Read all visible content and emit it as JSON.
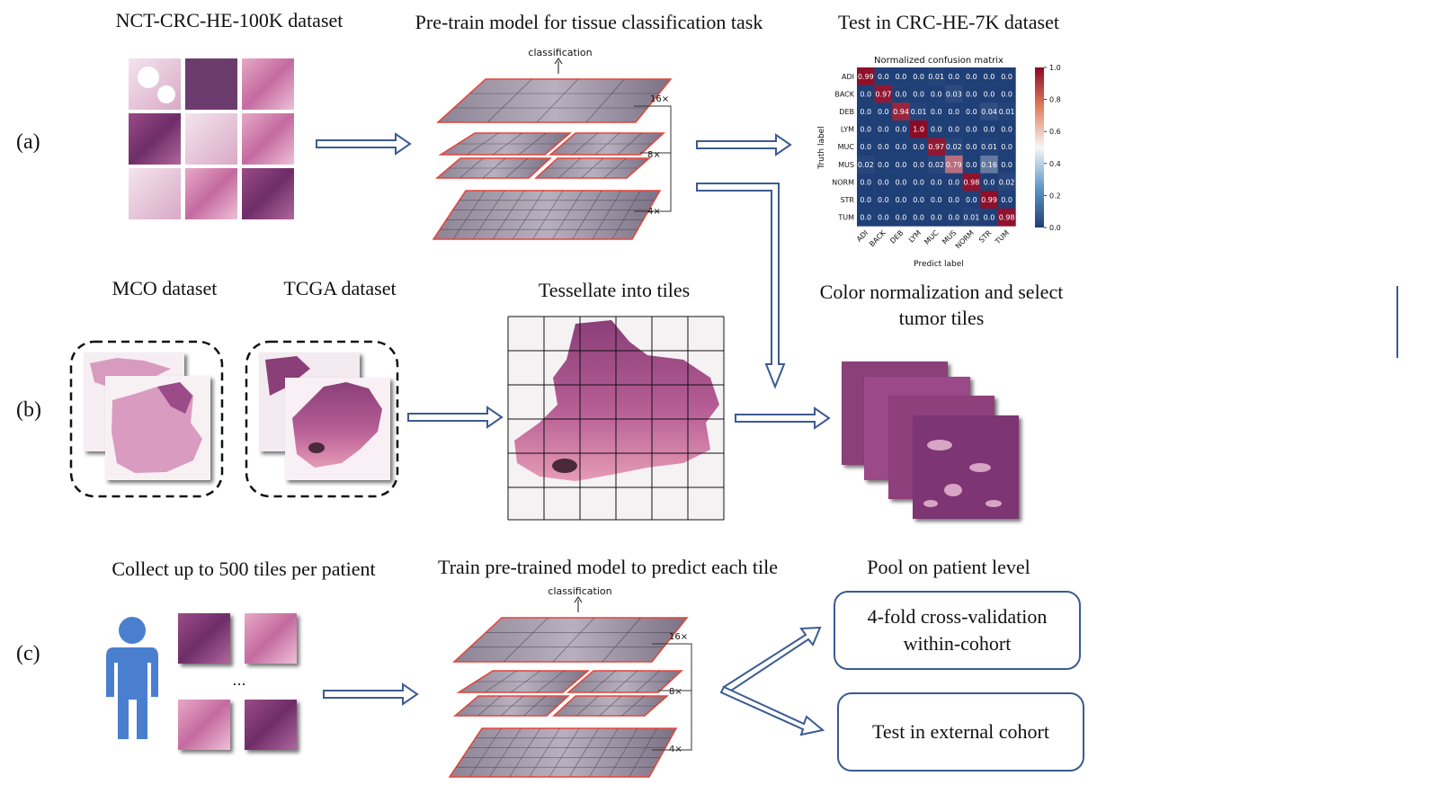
{
  "panels": {
    "a": {
      "label": "(a)",
      "dataset_title": "NCT-CRC-HE-100K dataset",
      "model_title": "Pre-train model for tissue classification task",
      "test_title": "Test in CRC-HE-7K dataset"
    },
    "b": {
      "label": "(b)",
      "mco_title": "MCO dataset",
      "tcga_title": "TCGA dataset",
      "tessellate_title": "Tessellate  into tiles",
      "normalize_title_line1": "Color normalization and select",
      "normalize_title_line2": "tumor tiles"
    },
    "c": {
      "label": "(c)",
      "collect_title": "Collect up to 500 tiles per patient",
      "train_title": "Train pre-trained model to predict each tile",
      "pool_title": "Pool on patient level",
      "ellipsis": "...",
      "box_cv_line1": "4-fold cross-validation",
      "box_cv_line2": "within-cohort",
      "box_ext": "Test in external cohort"
    }
  },
  "model_diagram": {
    "top_label": "classification",
    "scales": [
      "16×",
      "8×",
      "4×"
    ]
  },
  "chart_data": {
    "type": "heatmap",
    "title": "Normalized confusion matrix",
    "xlabel": "Predict label",
    "ylabel": "Truth label",
    "rows": [
      "ADI",
      "BACK",
      "DEB",
      "LYM",
      "MUC",
      "MUS",
      "NORM",
      "STR",
      "TUM"
    ],
    "cols": [
      "ADI",
      "BACK",
      "DEB",
      "LYM",
      "MUC",
      "MUS",
      "NORM",
      "STR",
      "TUM"
    ],
    "values": [
      [
        "0.99",
        "0.0",
        "0.0",
        "0.0",
        "0.01",
        "0.0",
        "0.0",
        "0.0",
        "0.0"
      ],
      [
        "0.0",
        "0.97",
        "0.0",
        "0.0",
        "0.0",
        "0.03",
        "0.0",
        "0.0",
        "0.0"
      ],
      [
        "0.0",
        "0.0",
        "0.94",
        "0.01",
        "0.0",
        "0.0",
        "0.0",
        "0.04",
        "0.01"
      ],
      [
        "0.0",
        "0.0",
        "0.0",
        "1.0",
        "0.0",
        "0.0",
        "0.0",
        "0.0",
        "0.0"
      ],
      [
        "0.0",
        "0.0",
        "0.0",
        "0.0",
        "0.97",
        "0.02",
        "0.0",
        "0.01",
        "0.0"
      ],
      [
        "0.02",
        "0.0",
        "0.0",
        "0.0",
        "0.02",
        "0.79",
        "0.0",
        "0.16",
        "0.0"
      ],
      [
        "0.0",
        "0.0",
        "0.0",
        "0.0",
        "0.0",
        "0.0",
        "0.98",
        "0.0",
        "0.02"
      ],
      [
        "0.0",
        "0.0",
        "0.0",
        "0.0",
        "0.0",
        "0.0",
        "0.0",
        "0.99",
        "0.0"
      ],
      [
        "0.0",
        "0.0",
        "0.0",
        "0.0",
        "0.0",
        "0.0",
        "0.01",
        "0.0",
        "0.98"
      ]
    ],
    "colorbar_ticks": [
      "1.0",
      "0.8",
      "0.6",
      "0.4",
      "0.2",
      "0.0"
    ],
    "colorbar_range": [
      0,
      1
    ],
    "colors": {
      "low": "#1f3f77",
      "mid": "#f7f7f7",
      "high": "#8b0a26"
    }
  },
  "colors": {
    "arrow_stroke": "#3b5b92",
    "tissue_pink": "#d98bb0",
    "tissue_purple": "#8a3f78",
    "feature_border": "#e5453a",
    "person": "#4a7fd0"
  }
}
